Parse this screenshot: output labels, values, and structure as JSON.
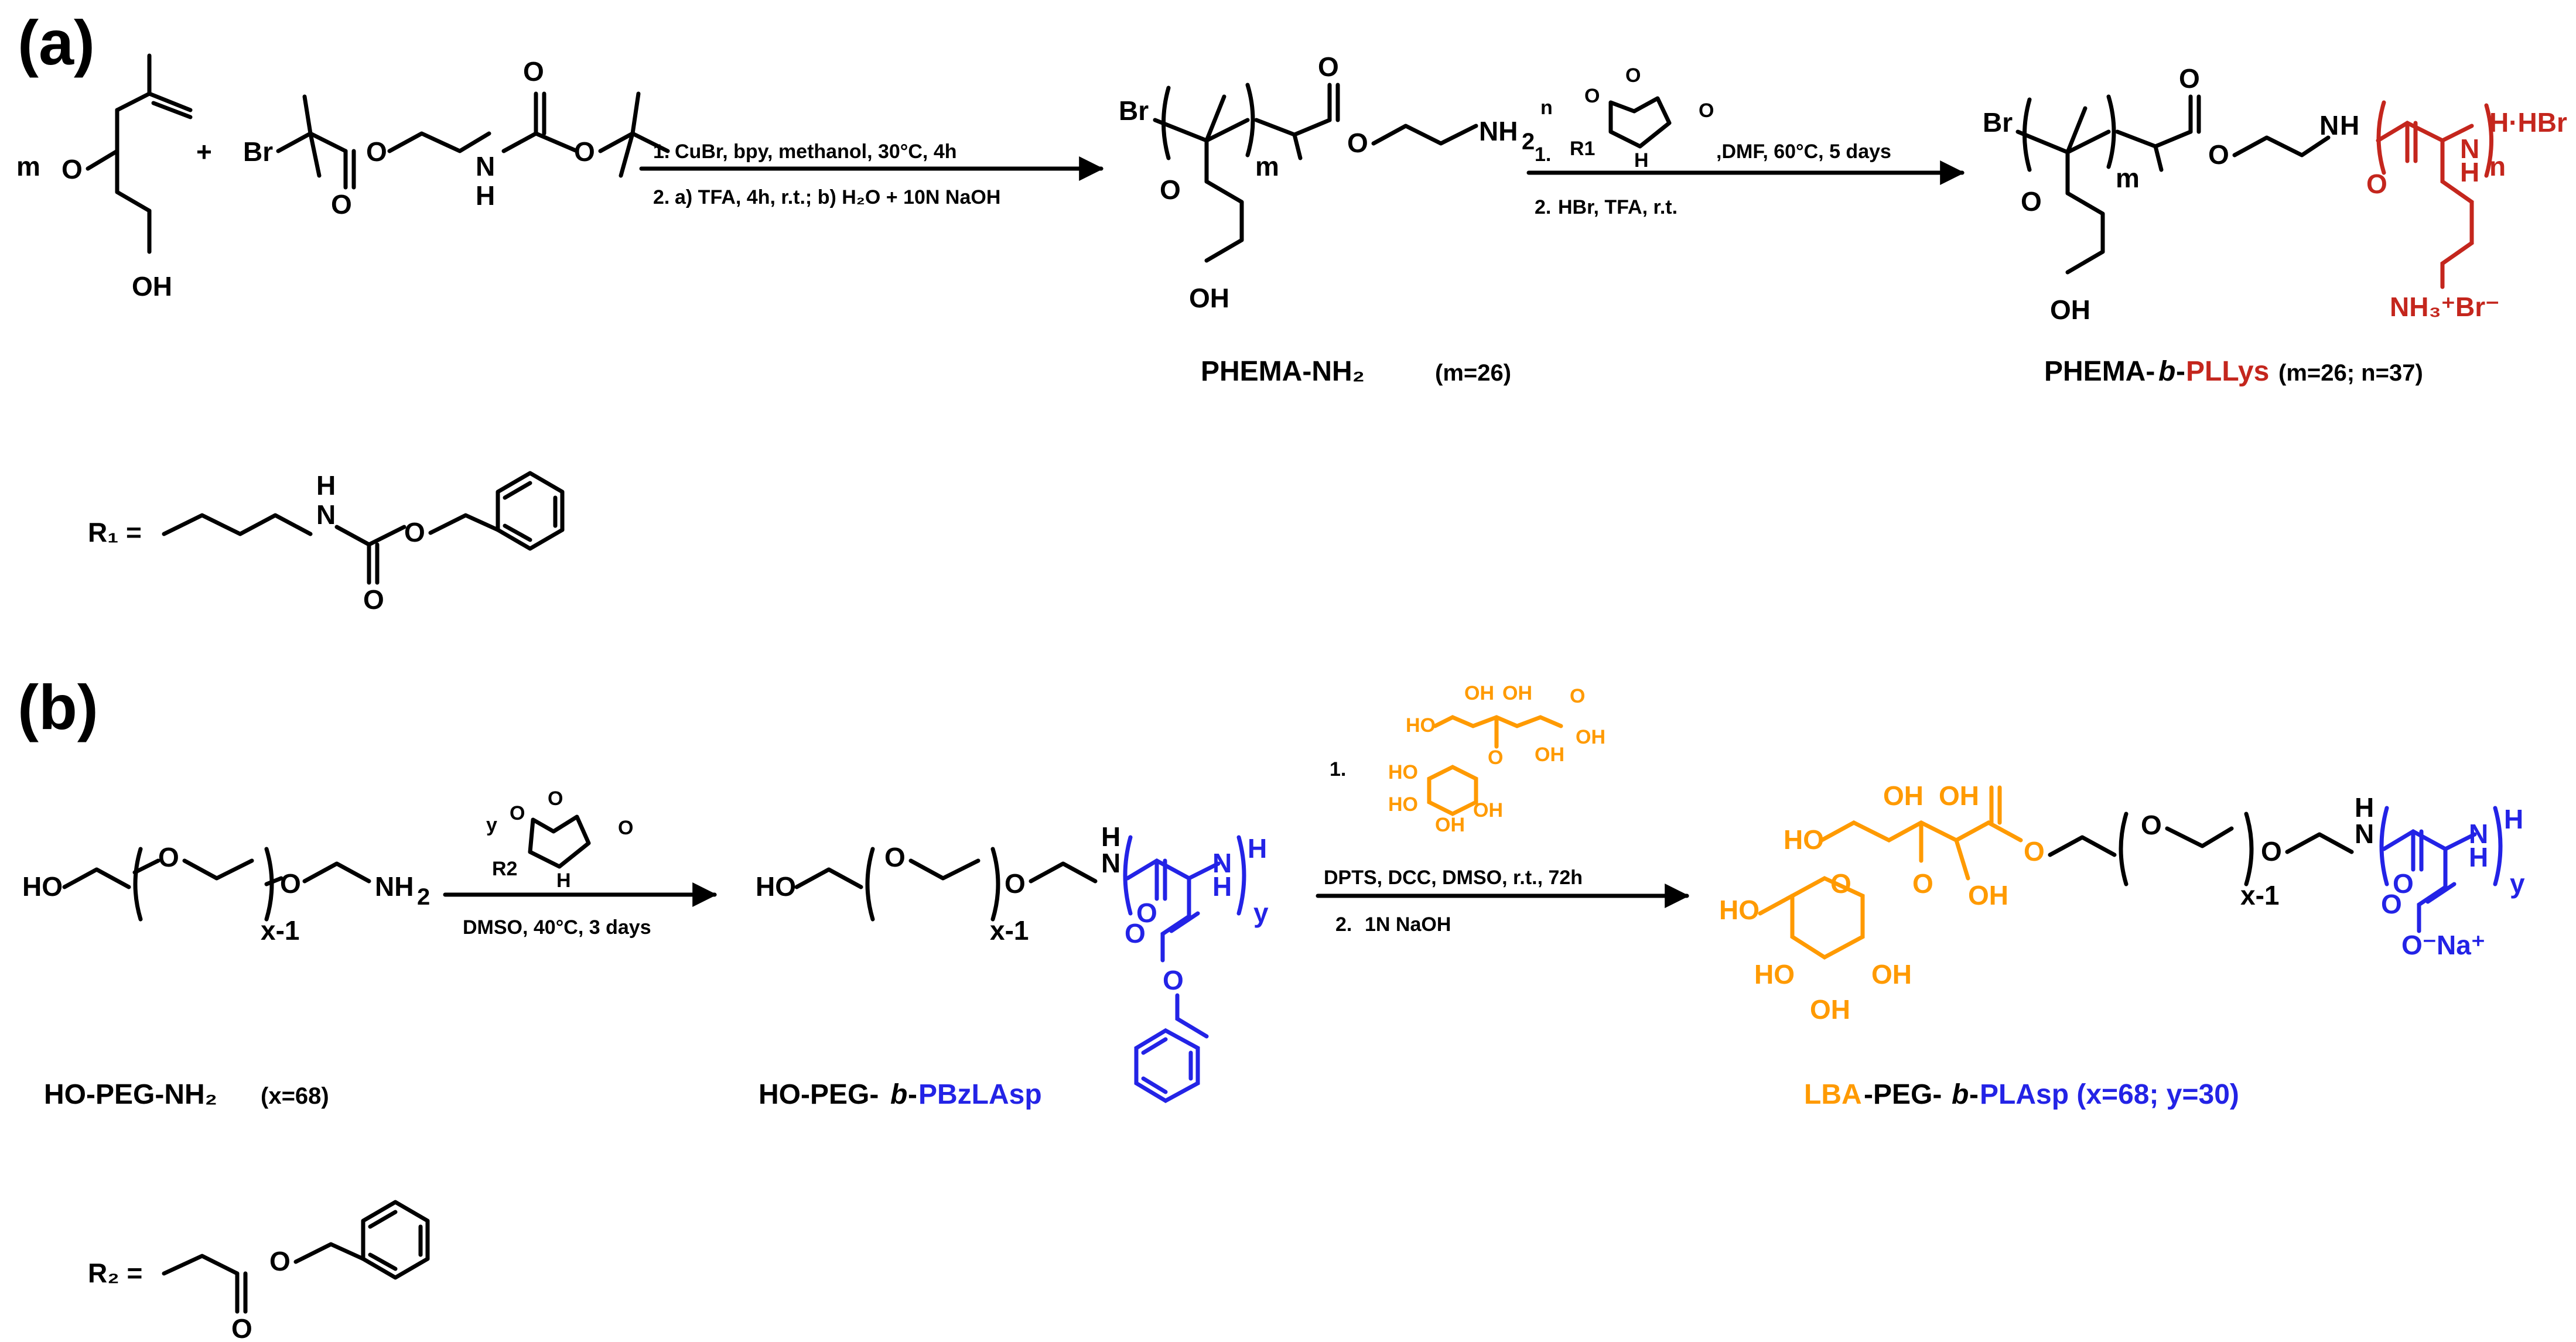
{
  "panels": {
    "a": "(a)",
    "b": "(b)"
  },
  "colors": {
    "plys": "#c4261d",
    "plasp": "#2323e6",
    "lba": "#ff9a00"
  },
  "scheme_a": {
    "coef_m": "m",
    "plus": "+",
    "step1_num": "1.",
    "step1_text": "CuBr, bpy, methanol, 30°C, 4h",
    "step2_num": "2.",
    "step2_text": "a) TFA, 4h, r.t.; b) H₂O + 10N NaOH",
    "nca_coef": "n",
    "nca_step1_num": "1.",
    "nca_step1_text": ",DMF, 60°C, 5 days",
    "nca_step2_num": "2.",
    "nca_step2_text": "HBr, TFA, r.t.",
    "product1_label": "PHEMA-NH₂",
    "product1_note": "(m=26)",
    "product2_label_a": "PHEMA-",
    "product2_label_b": "b",
    "product2_label_c": "-",
    "product2_label_d": "PLLys",
    "product2_note": "(m=26; n=37)",
    "r1_label": "R₁ ="
  },
  "scheme_b": {
    "nca_coef": "y",
    "cond1": "DMSO, 40°C, 3 days",
    "step1_num": "1.",
    "step2_num": "2.",
    "cond2": "DPTS, DCC, DMSO, r.t., 72h",
    "cond3": "1N NaOH",
    "start_label": "HO-PEG-NH₂",
    "start_note": "(x=68)",
    "mid_label_a": "HO-PEG-",
    "mid_label_b": "b",
    "mid_label_c": "-",
    "mid_label_d": "PBzLAsp",
    "final_label_a": "LBA",
    "final_label_b": "-PEG-",
    "final_label_c": "b",
    "final_label_d": "-",
    "final_label_e": "PLAsp (x=68; y=30)",
    "r2_label": "R₂ ="
  }
}
